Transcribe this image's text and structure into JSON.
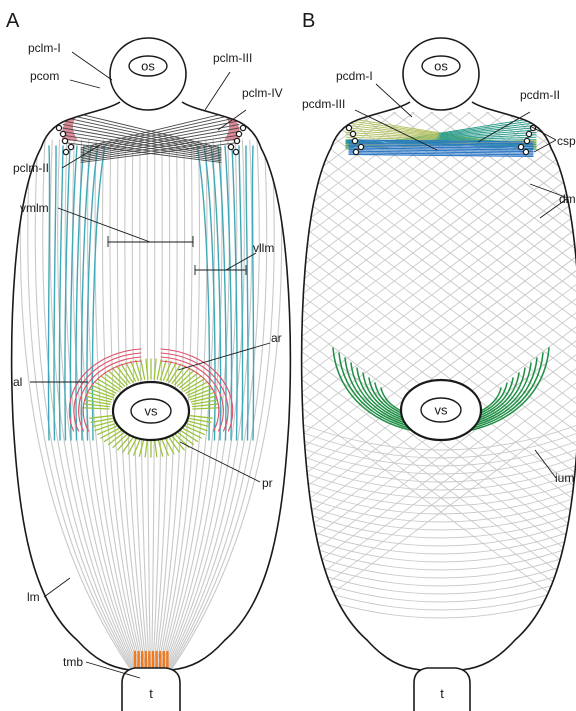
{
  "panels": {
    "A": {
      "letter": "A",
      "organs": {
        "os": "os",
        "vs": "vs",
        "t": "t"
      },
      "labels": {
        "pclm_i": "pclm-I",
        "pcom": "pcom",
        "pclm_iii": "pclm-III",
        "pclm_iv": "pclm-IV",
        "pclm_ii": "pclm-II",
        "vmlm": "vmlm",
        "vllm": "vllm",
        "ar": "ar",
        "al": "al",
        "pr": "pr",
        "lm": "lm",
        "tmb": "tmb"
      }
    },
    "B": {
      "letter": "B",
      "organs": {
        "os": "os",
        "vs": "vs",
        "t": "t"
      },
      "labels": {
        "pcdm_i": "pcdm-I",
        "pcdm_iii": "pcdm-III",
        "pcdm_ii": "pcdm-II",
        "csp": "csp",
        "dm": "dm",
        "ium": "ium"
      }
    }
  },
  "colors": {
    "outline": "#1a1a1a",
    "longitudinal": "#c8c8c8",
    "lateral_teal": "#3fa9b7",
    "pharynx_pink": "#e08a98",
    "crossing_dark": "#4a4a4a",
    "ring_green": "#9cc53c",
    "ring_red": "#e0506a",
    "tail_orange": "#ee7a22",
    "dorsal_blue": "#2f78c4",
    "dorsal_olive": "#b8c46a",
    "dorsal_teal": "#2f9f8f",
    "ium_green": "#1f8f45"
  }
}
